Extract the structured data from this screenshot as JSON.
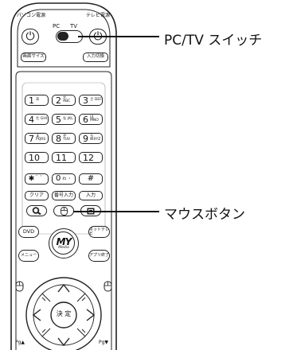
{
  "callouts": {
    "pc_tv_switch": "PC/TV スイッチ",
    "mouse_button": "マウスボタン"
  },
  "top": {
    "pc_power_label": "パソコン電源",
    "tv_power_label": "テレビ電源",
    "pc_label": "PC",
    "tv_label": "TV",
    "power_symbol": "⏻",
    "screen_size": "画面サイズ",
    "input_switch": "入力切換"
  },
  "numpad": [
    {
      "key": "1",
      "sub": "あ"
    },
    {
      "key": "2",
      "sub": "か ABC"
    },
    {
      "key": "3",
      "sub": "さ DEF"
    },
    {
      "key": "4",
      "sub": "た GHI"
    },
    {
      "key": "5",
      "sub": "な JKL"
    },
    {
      "key": "6",
      "sub": "は MNO"
    },
    {
      "key": "7",
      "sub": "ま PQRS"
    },
    {
      "key": "8",
      "sub": "や TUV"
    },
    {
      "key": "9",
      "sub": "ら WXYZ"
    },
    {
      "key": "10",
      "sub": ""
    },
    {
      "key": "11",
      "sub": ""
    },
    {
      "key": "12",
      "sub": ""
    }
  ],
  "symbols": {
    "star": "✱",
    "star_sub": "゛゜",
    "zero": "0",
    "zero_sub": "わ ・",
    "hash": "#"
  },
  "function_row": {
    "clear": "クリア",
    "number_input": "番号入力",
    "input": "入力"
  },
  "nav": {
    "dvd": "DVD",
    "net_tv": "ネットテレビ",
    "menu": "メニュー",
    "app_exit": "アプリ終了",
    "logo_text": "MY",
    "logo_sub": "Media",
    "enter": "決 定",
    "page_up": "Pg▲",
    "page_down": "Pg▼"
  }
}
